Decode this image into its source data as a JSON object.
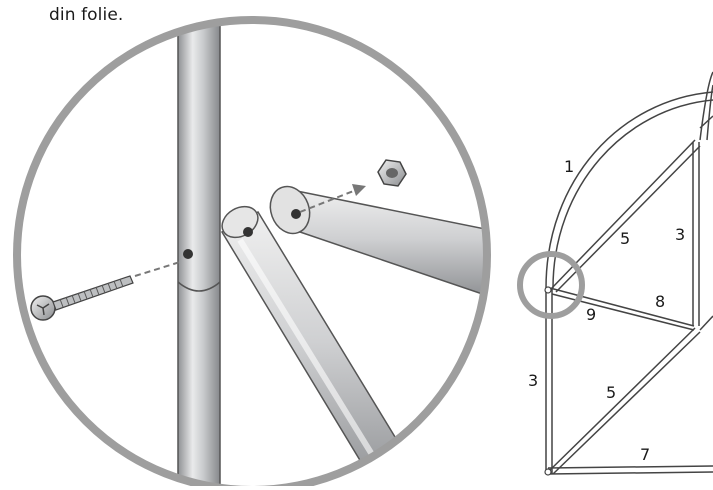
{
  "caption": "din folie.",
  "part_labels": {
    "l1": "1",
    "l5a": "5",
    "l3a": "3",
    "l8": "8",
    "l9": "9",
    "l3b": "3",
    "l5b": "5",
    "l7": "7"
  },
  "colors": {
    "outline": "#9e9e9e",
    "metal_dark": "#8a8c8e",
    "metal_light": "#eeeeee",
    "line": "#444444"
  }
}
